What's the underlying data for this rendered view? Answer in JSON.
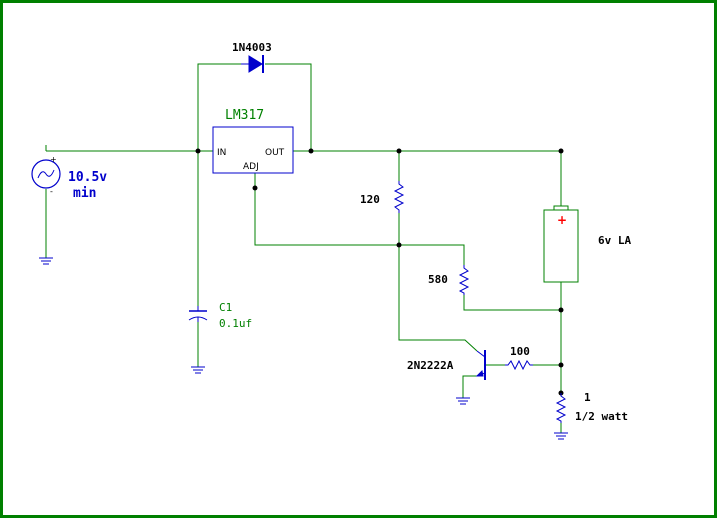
{
  "schematic": {
    "source": {
      "voltage_label": "10.5v",
      "voltage_sub": "min",
      "plus": "+",
      "minus": "-"
    },
    "diode": {
      "label": "1N4003"
    },
    "regulator": {
      "name": "LM317",
      "pin_in": "IN",
      "pin_out": "OUT",
      "pin_adj": "ADJ"
    },
    "capacitor": {
      "ref": "C1",
      "value": "0.1uf"
    },
    "r_top": {
      "value": "120"
    },
    "r_mid": {
      "value": "580"
    },
    "battery": {
      "label": "6v LA",
      "plus": "+"
    },
    "transistor": {
      "label": "2N2222A"
    },
    "r_base": {
      "value": "100"
    },
    "r_sense": {
      "value": "1",
      "rating": "1/2 watt"
    },
    "colors": {
      "border": "#008000",
      "wire": "#008000",
      "component": "#0000cc",
      "junction": "#000000"
    }
  }
}
